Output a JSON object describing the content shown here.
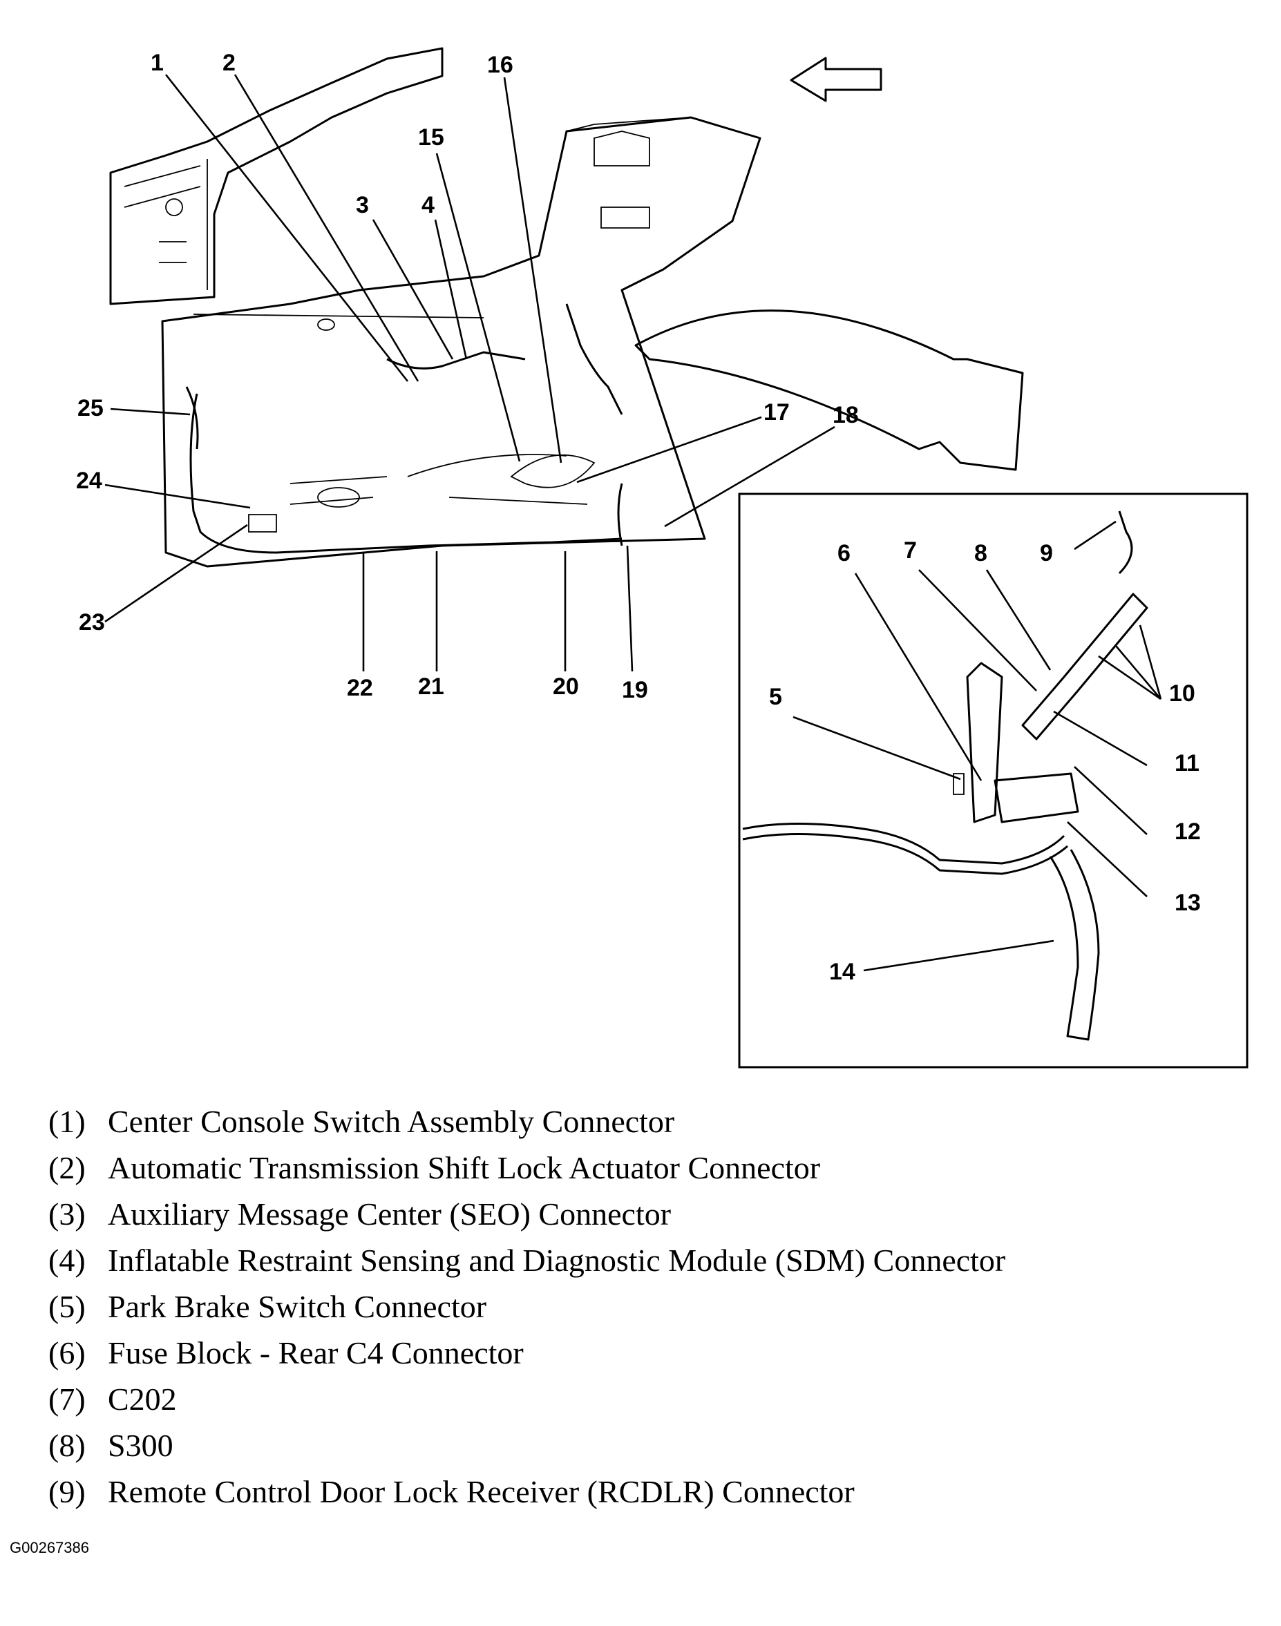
{
  "callouts": [
    {
      "id": "1",
      "label": "1"
    },
    {
      "id": "2",
      "label": "2"
    },
    {
      "id": "3",
      "label": "3"
    },
    {
      "id": "4",
      "label": "4"
    },
    {
      "id": "5",
      "label": "5"
    },
    {
      "id": "6",
      "label": "6"
    },
    {
      "id": "7",
      "label": "7"
    },
    {
      "id": "8",
      "label": "8"
    },
    {
      "id": "9",
      "label": "9"
    },
    {
      "id": "10",
      "label": "10"
    },
    {
      "id": "11",
      "label": "11"
    },
    {
      "id": "12",
      "label": "12"
    },
    {
      "id": "13",
      "label": "13"
    },
    {
      "id": "14",
      "label": "14"
    },
    {
      "id": "15",
      "label": "15"
    },
    {
      "id": "16",
      "label": "16"
    },
    {
      "id": "17",
      "label": "17"
    },
    {
      "id": "18",
      "label": "18"
    },
    {
      "id": "19",
      "label": "19"
    },
    {
      "id": "20",
      "label": "20"
    },
    {
      "id": "21",
      "label": "21"
    },
    {
      "id": "22",
      "label": "22"
    },
    {
      "id": "23",
      "label": "23"
    },
    {
      "id": "24",
      "label": "24"
    },
    {
      "id": "25",
      "label": "25"
    }
  ],
  "legend": [
    {
      "num": "(1)",
      "text": "Center Console Switch Assembly Connector"
    },
    {
      "num": "(2)",
      "text": "Automatic Transmission Shift Lock Actuator Connector"
    },
    {
      "num": "(3)",
      "text": "Auxiliary Message Center (SEO) Connector"
    },
    {
      "num": "(4)",
      "text": "Inflatable Restraint Sensing and Diagnostic Module (SDM) Connector"
    },
    {
      "num": "(5)",
      "text": "Park Brake Switch Connector"
    },
    {
      "num": "(6)",
      "text": "Fuse Block - Rear C4 Connector"
    },
    {
      "num": "(7)",
      "text": "C202"
    },
    {
      "num": "(8)",
      "text": "S300"
    },
    {
      "num": "(9)",
      "text": "Remote Control Door Lock Receiver (RCDLR) Connector"
    }
  ],
  "figure_id": "G00267386"
}
